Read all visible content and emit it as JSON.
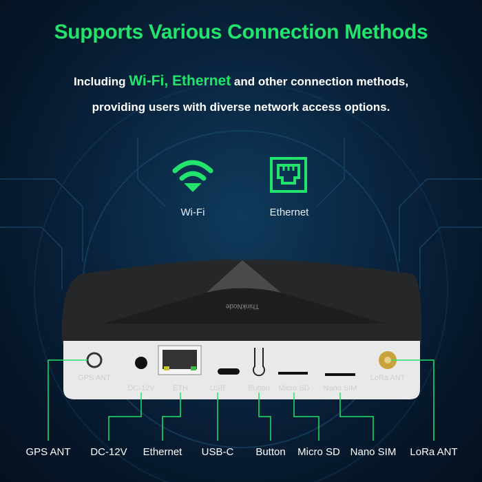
{
  "title": "Supports Various Connection Methods",
  "subtitle": {
    "line1_prefix": "Including ",
    "line1_highlight": "Wi-Fi, Ethernet",
    "line1_suffix": " and other connection methods,",
    "line2": "providing users with diverse network access options."
  },
  "features": [
    {
      "icon": "wifi-icon",
      "label": "Wi-Fi"
    },
    {
      "icon": "ethernet-icon",
      "label": "Ethernet"
    }
  ],
  "device": {
    "brand": "ThinkNode",
    "port_prints": [
      "GPS ANT",
      "DC-12V",
      "ETH",
      "USB",
      "Button",
      "Micro SD",
      "Nano SIM",
      "LoRa ANT"
    ]
  },
  "callouts": [
    "GPS ANT",
    "DC-12V",
    "Ethernet",
    "USB-C",
    "Button",
    "Micro SD",
    "Nano SIM",
    "LoRa ANT"
  ],
  "colors": {
    "accent": "#22e36c",
    "background": "#0a2540"
  }
}
